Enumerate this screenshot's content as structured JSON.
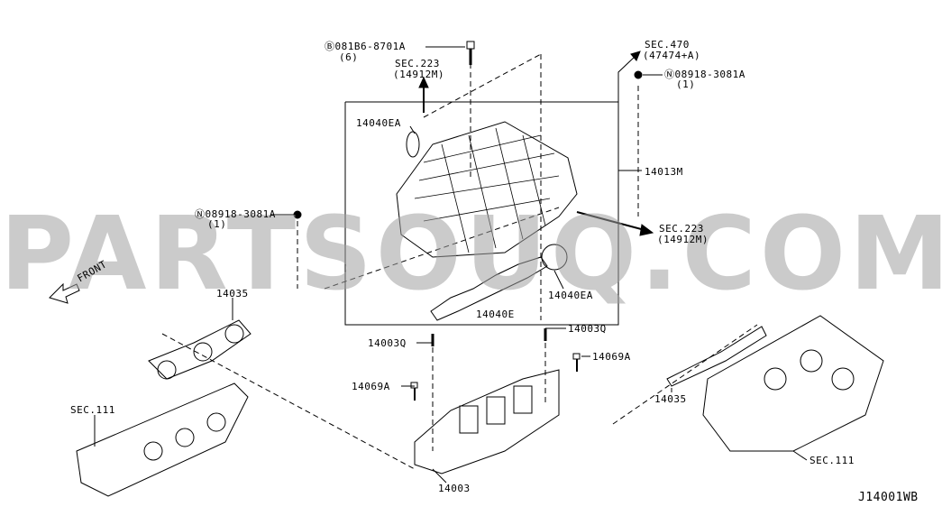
{
  "watermark": "PARTSOUQ.COM",
  "diagram_id": "J14001WB",
  "labels": {
    "bolt_b": "Ⓑ081B6-8701A",
    "bolt_b_qty": "(6)",
    "sec223_top": "SEC.223",
    "sec223_top_ref": "(14912M)",
    "sec470": "SEC.470",
    "sec470_ref": "(47474+A)",
    "nut_n_top": "Ⓝ08918-3081A",
    "nut_n_top_qty": "(1)",
    "gasket_ea_top": "14040EA",
    "collector": "14013M",
    "nut_n_left": "Ⓝ08918-3081A",
    "nut_n_left_qty": "(1)",
    "sec223_right": "SEC.223",
    "sec223_right_ref": "(14912M)",
    "front": "FRONT",
    "gasket_ea_bottom": "14040EA",
    "gasket_e": "14040E",
    "gasket_left": "14035",
    "stud_left": "14003Q",
    "stud_right": "14003Q",
    "bolt_right": "14069A",
    "bolt_left": "14069A",
    "gasket_right": "14035",
    "sec111_left": "SEC.111",
    "sec111_right": "SEC.111",
    "manifold": "14003"
  }
}
